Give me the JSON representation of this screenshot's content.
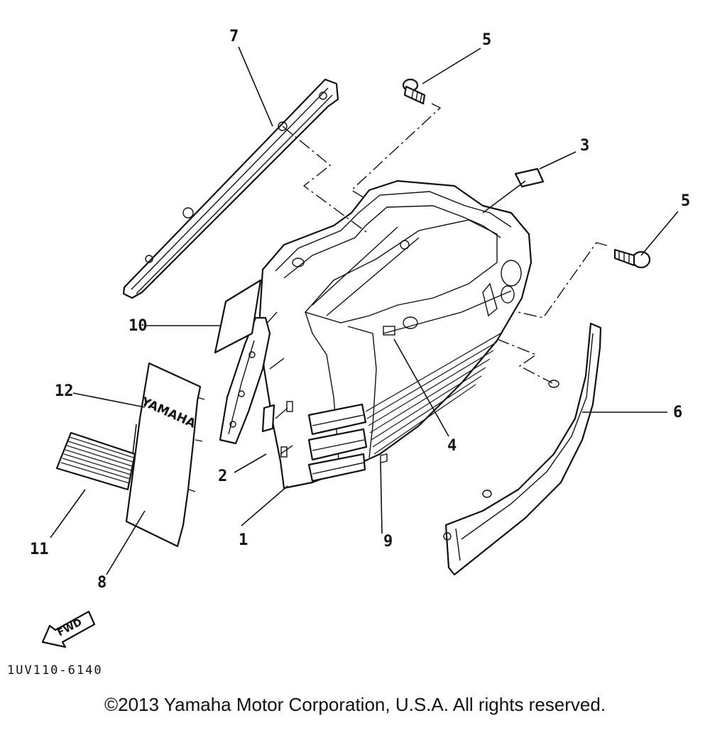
{
  "diagram": {
    "callouts": [
      {
        "id": "c1",
        "label": "1"
      },
      {
        "id": "c2",
        "label": "2"
      },
      {
        "id": "c3",
        "label": "3"
      },
      {
        "id": "c4",
        "label": "4"
      },
      {
        "id": "c5a",
        "label": "5"
      },
      {
        "id": "c5b",
        "label": "5"
      },
      {
        "id": "c6",
        "label": "6"
      },
      {
        "id": "c7",
        "label": "7"
      },
      {
        "id": "c8",
        "label": "8"
      },
      {
        "id": "c9",
        "label": "9"
      },
      {
        "id": "c10",
        "label": "10"
      },
      {
        "id": "c11",
        "label": "11"
      },
      {
        "id": "c12",
        "label": "12"
      }
    ],
    "fwd_label": "FWD",
    "panel_brand": "YAMAHA",
    "drawing_code": "1UV110-6140",
    "copyright": "©2013 Yamaha Motor Corporation, U.S.A. All rights reserved."
  }
}
